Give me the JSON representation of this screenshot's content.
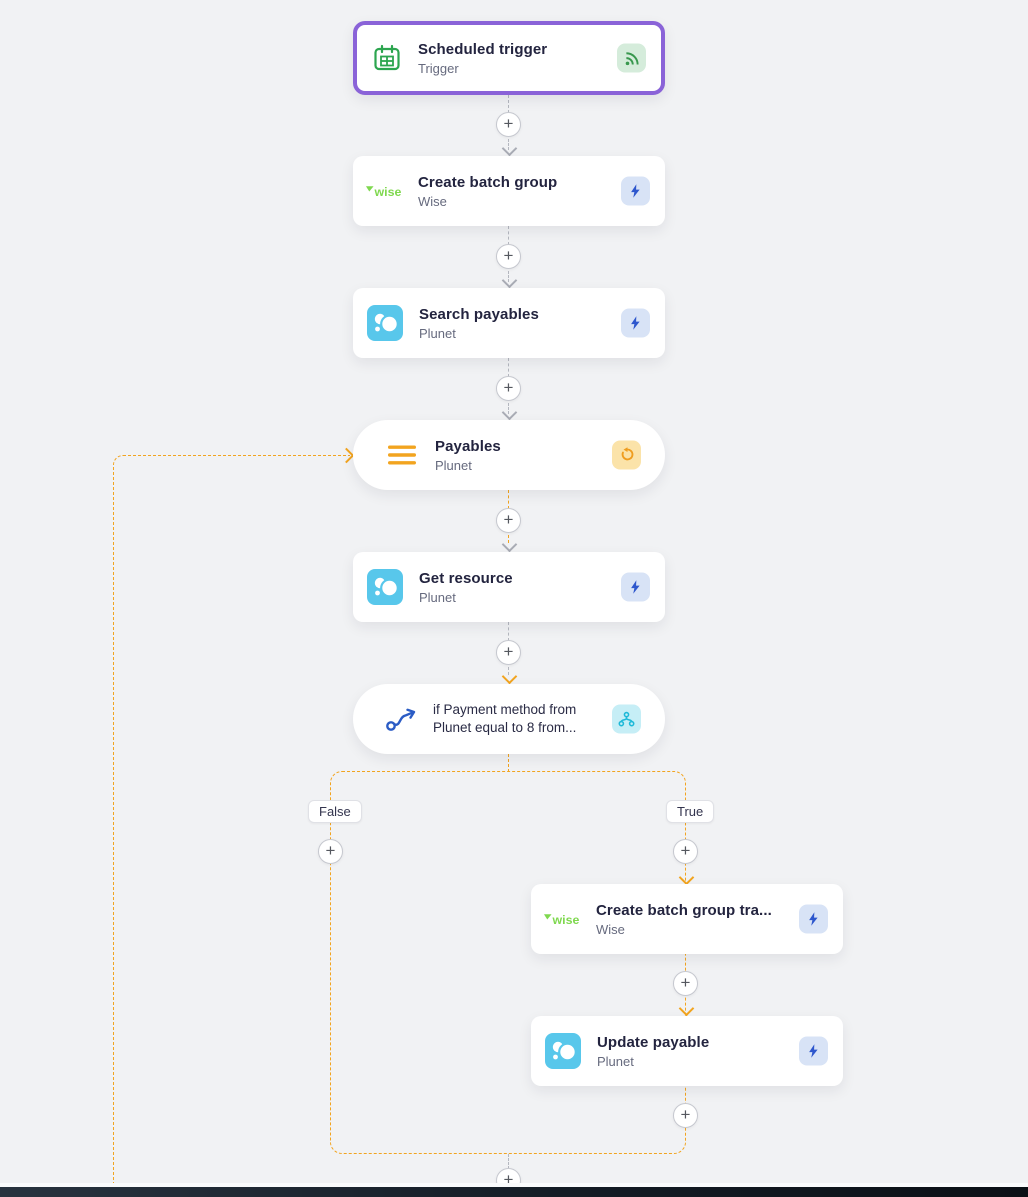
{
  "colors": {
    "canvas_bg": "#f1f2f4",
    "selected_node_border": "#8a63d8",
    "loop_branch_accent": "#f2a41f",
    "gray_connector": "#b4b7bf",
    "wise_green": "#7fd84f",
    "plunet_blue": "#58c7eb",
    "trigger_green": "#2ca54f",
    "action_bolt_blue": "#2e57cd",
    "condition_teal": "#1fb9d8",
    "bottom_bar": "#141c25"
  },
  "ui": {
    "plus": "+"
  },
  "branch": {
    "false_label": "False",
    "true_label": "True"
  },
  "nodes": {
    "scheduled_trigger": {
      "title": "Scheduled trigger",
      "subtitle": "Trigger"
    },
    "create_batch_group": {
      "title": "Create batch group",
      "subtitle": "Wise",
      "logo_text": "wise"
    },
    "search_payables": {
      "title": "Search payables",
      "subtitle": "Plunet"
    },
    "payables": {
      "title": "Payables",
      "subtitle": "Plunet"
    },
    "get_resource": {
      "title": "Get resource",
      "subtitle": "Plunet"
    },
    "condition": {
      "title_line1": "if Payment method from",
      "title_line2": "Plunet equal to 8 from..."
    },
    "create_batch_group_transfer": {
      "title": "Create batch group tra...",
      "subtitle": "Wise",
      "logo_text": "wise"
    },
    "update_payable": {
      "title": "Update payable",
      "subtitle": "Plunet"
    }
  }
}
